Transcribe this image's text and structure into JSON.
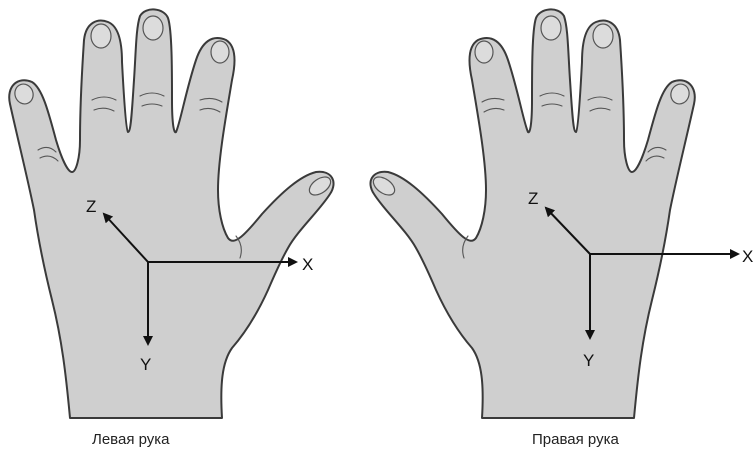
{
  "left_hand": {
    "caption": "Левая рука",
    "axes": {
      "x": "X",
      "y": "Y",
      "z": "Z"
    }
  },
  "right_hand": {
    "caption": "Правая рука",
    "axes": {
      "x": "X",
      "y": "Y",
      "z": "Z"
    }
  },
  "colors": {
    "skin": "#cfcfcf",
    "outline": "#3a3a3a",
    "axis": "#111111"
  }
}
